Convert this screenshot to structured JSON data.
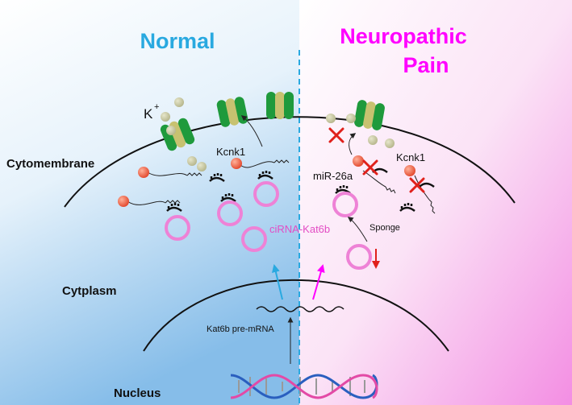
{
  "title_normal": "Normal",
  "title_pain_line1": "Neuropathic",
  "title_pain_line2": "Pain",
  "label_k": "K",
  "label_k_sup": "+",
  "label_kcnk1_left": "Kcnk1",
  "label_kcnk1_right": "Kcnk1",
  "label_cytomembrane": "Cytomembrane",
  "label_mir": "miR-26a",
  "label_circrna": "ciRNA-Kat6b",
  "label_sponge": "Sponge",
  "label_cytoplasm": "Cytplasm",
  "label_premrna": "Kat6b pre-mRNA",
  "label_nucleus": "Nucleus",
  "colors": {
    "normal_title": "#29a9e0",
    "pain_title": "#ff00ff",
    "circle": "#ee82d6",
    "channel": "#1f9a3c",
    "red_mark": "#e0201b",
    "k_ion": "#c9c9a2"
  }
}
